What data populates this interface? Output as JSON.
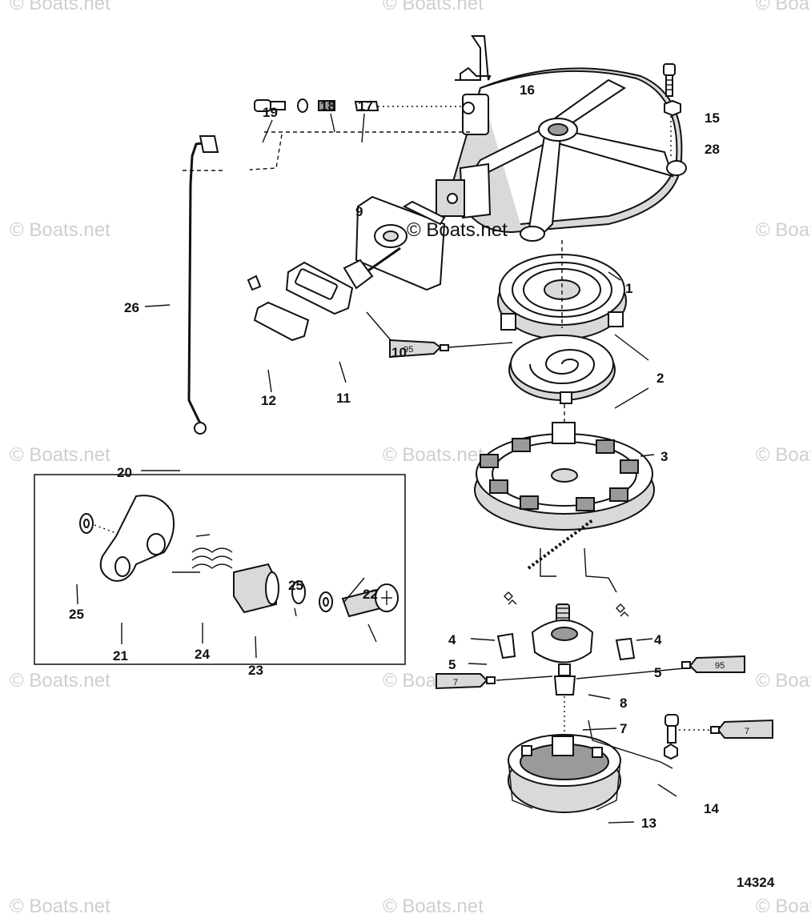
{
  "watermark": "© Boats.net",
  "center_watermark": "© Boats.net",
  "figure_number": "14324",
  "tube_labels": {
    "tube_10": "95",
    "tube_5_left": "7",
    "tube_5_right": "95",
    "tube_screw": "7"
  },
  "callouts": {
    "c1": "1",
    "c2": "2",
    "c3": "3",
    "c4a": "4",
    "c4b": "4",
    "c5a": "5",
    "c5b": "5",
    "c7": "7",
    "c8": "8",
    "c9": "9",
    "c10": "10",
    "c11": "11",
    "c12": "12",
    "c13": "13",
    "c14": "14",
    "c15": "15",
    "c16": "16",
    "c17": "17",
    "c18": "18",
    "c19": "19",
    "c20": "20",
    "c21": "21",
    "c22": "22",
    "c23": "23",
    "c24": "24",
    "c25a": "25",
    "c25b": "25",
    "c26": "26",
    "c28": "28"
  }
}
